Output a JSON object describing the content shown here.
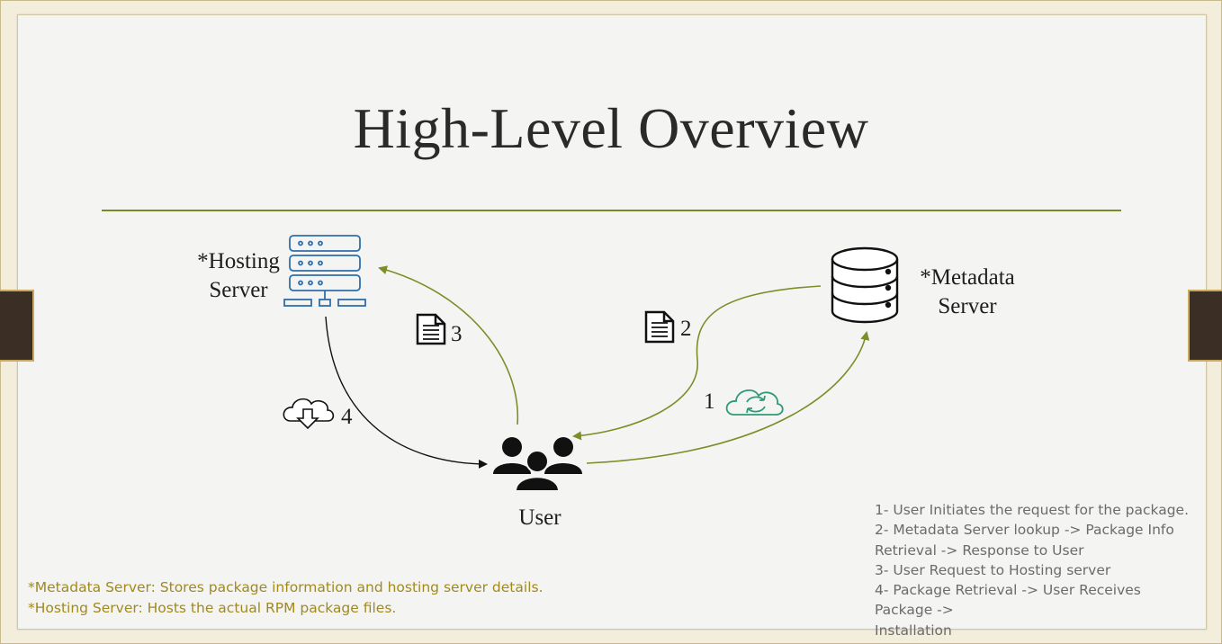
{
  "slide": {
    "title": "High-Level Overview"
  },
  "nodes": {
    "hosting": {
      "line1": "*Hosting",
      "line2": "Server"
    },
    "metadata": {
      "line1": "*Metadata",
      "line2": "Server"
    },
    "user": {
      "label": "User"
    }
  },
  "steps": {
    "one": "1",
    "two": "2",
    "three": "3",
    "four": "4"
  },
  "icons": {
    "hosting": "server-rack-icon",
    "metadata": "database-icon",
    "user": "users-group-icon",
    "step1": "cloud-sync-icon",
    "step2": "document-icon",
    "step3": "document-icon",
    "step4": "cloud-download-icon"
  },
  "colors": {
    "accent_line": "#7a8a25",
    "server_icon": "#2f6eaa",
    "cloud_sync": "#2e9a7a",
    "left_notes": "#a08a1f",
    "right_notes": "#6b6b6b",
    "arrow_green": "#7a8f28"
  },
  "footnotes": [
    "*Metadata Server: Stores package information and hosting server details.",
    "*Hosting Server: Hosts the actual RPM package files."
  ],
  "legend": [
    "1- User Initiates the request for the package.",
    "2- Metadata Server lookup -> Package Info",
    "Retrieval -> Response to User",
    "3- User Request to Hosting server",
    "4- Package Retrieval -> User Receives Package ->",
    "Installation"
  ]
}
